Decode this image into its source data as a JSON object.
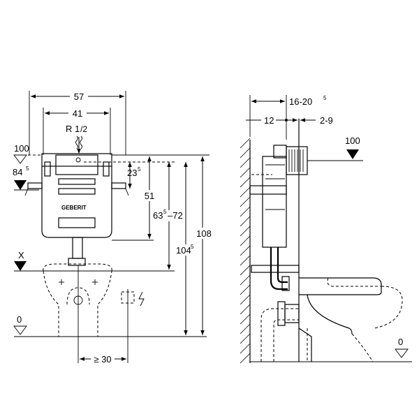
{
  "front_view": {
    "width_outer": "57",
    "width_inner": "41",
    "connection_base": "R 1",
    "connection_frac": "/2",
    "level_100": "100",
    "level_84_base": "84",
    "level_84_sup": "5",
    "dim_23_base": "23",
    "dim_23_sup": "5",
    "dim_51": "51",
    "dim_63_base": "63",
    "dim_63_sup": "5",
    "dim_63_tail": "–72",
    "dim_104_base": "104",
    "dim_104_sup": "5",
    "dim_108": "108",
    "level_x": "X",
    "level_0": "0",
    "min_spacing": "≥ 30",
    "brand": "GEBERIT"
  },
  "side_view": {
    "dim_16_base": "16-20",
    "dim_16_sup": "5",
    "dim_12": "12",
    "dim_2_9": "2-9",
    "level_100": "100",
    "level_0": "0"
  }
}
